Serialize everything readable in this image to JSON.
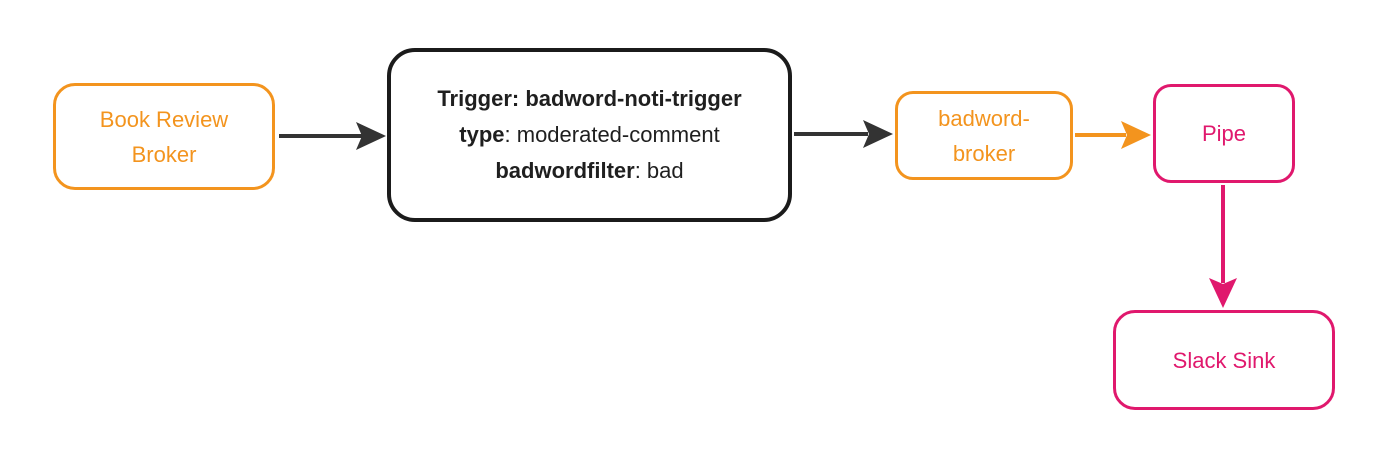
{
  "diagram": {
    "title": "broker-trigger-pipe event flow",
    "colors": {
      "orange": "#F3941E",
      "pink": "#E0186D",
      "black": "#333333",
      "background": "#FFFFFF"
    },
    "nodes": {
      "book_review_broker": {
        "lines": [
          "Book Review",
          "Broker"
        ],
        "color": "#F3941E"
      },
      "trigger": {
        "lines": [
          {
            "bold": "Trigger: badword-noti-trigger",
            "rest": ""
          },
          {
            "bold": "type",
            "rest": ": moderated-comment"
          },
          {
            "bold": "badwordfilter",
            "rest": ": bad"
          }
        ],
        "color": "#1B1B1B"
      },
      "badword_broker": {
        "lines": [
          "badword-",
          "broker"
        ],
        "color": "#F3941E"
      },
      "pipe": {
        "label": "Pipe",
        "color": "#E0186D"
      },
      "slack_sink": {
        "label": "Slack Sink",
        "color": "#E0186D"
      }
    },
    "edges": [
      {
        "from": "book_review_broker",
        "to": "trigger",
        "color": "#333333"
      },
      {
        "from": "trigger",
        "to": "badword_broker",
        "color": "#333333"
      },
      {
        "from": "badword_broker",
        "to": "pipe",
        "color": "#F3941E"
      },
      {
        "from": "pipe",
        "to": "slack_sink",
        "color": "#E0186D"
      }
    ]
  }
}
